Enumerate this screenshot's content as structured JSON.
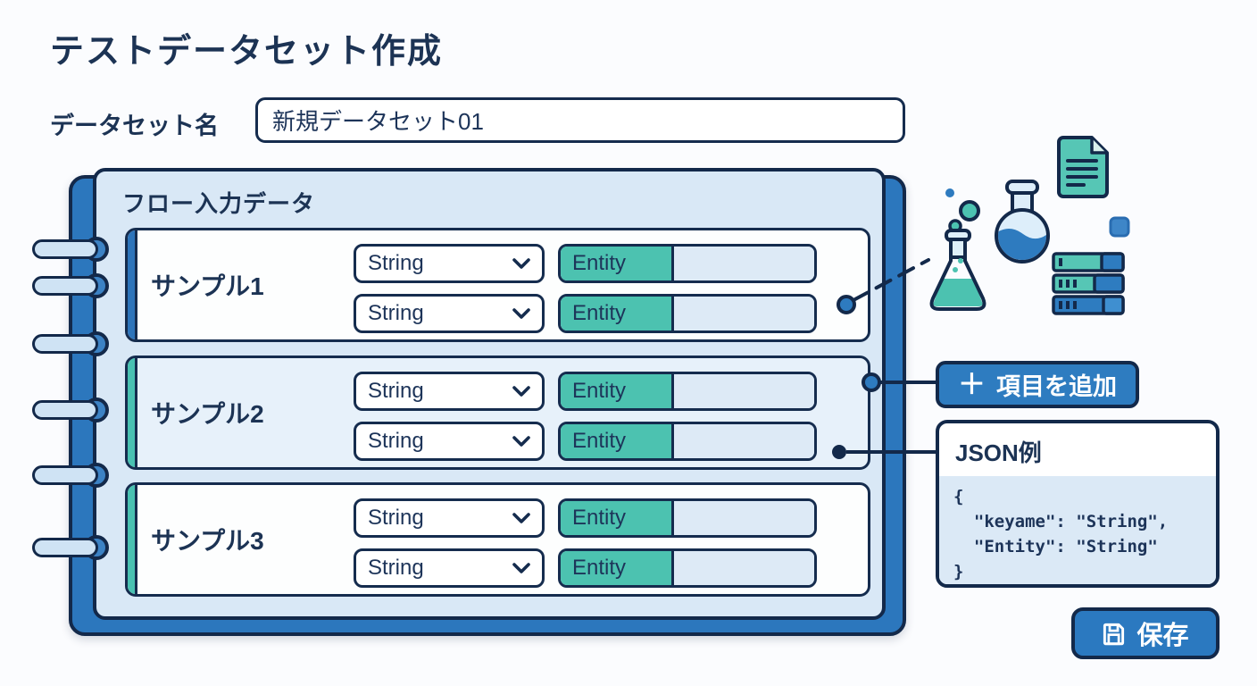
{
  "title": "テストデータセット作成",
  "dataset": {
    "label": "データセット名",
    "value": "新規データセット01"
  },
  "panel": {
    "header": "フロー入力データ"
  },
  "samples": [
    {
      "label": "サンプル1",
      "rows": [
        {
          "type": "String",
          "key": "Entity",
          "value": ""
        },
        {
          "type": "String",
          "key": "Entity",
          "value": ""
        }
      ]
    },
    {
      "label": "サンプル2",
      "rows": [
        {
          "type": "String",
          "key": "Entity",
          "value": ""
        },
        {
          "type": "String",
          "key": "Entity",
          "value": ""
        }
      ]
    },
    {
      "label": "サンプル3",
      "rows": [
        {
          "type": "String",
          "key": "Entity",
          "value": ""
        },
        {
          "type": "String",
          "key": "Entity",
          "value": ""
        }
      ]
    }
  ],
  "add_button": {
    "icon": "＋",
    "label": "項目を追加"
  },
  "json_panel": {
    "title": "JSON例",
    "code": "{\n  \"keyame\": \"String\",\n  \"Entity\": \"String\"\n}"
  },
  "save_button": {
    "label": "保存"
  },
  "decor_icons": [
    "erlenmeyer-flask",
    "round-flask",
    "document",
    "database-stack",
    "blue-square",
    "bubbles"
  ],
  "colors": {
    "navy_text": "#1c3354",
    "navy_line": "#13294a",
    "blue": "#2e7cc0",
    "cover_blue": "#2c77bd",
    "teal": "#4cc2b0",
    "page_bg": "#d9e8f6",
    "card_light": "#e7f1fa",
    "cell_light": "#ddeaf6"
  }
}
